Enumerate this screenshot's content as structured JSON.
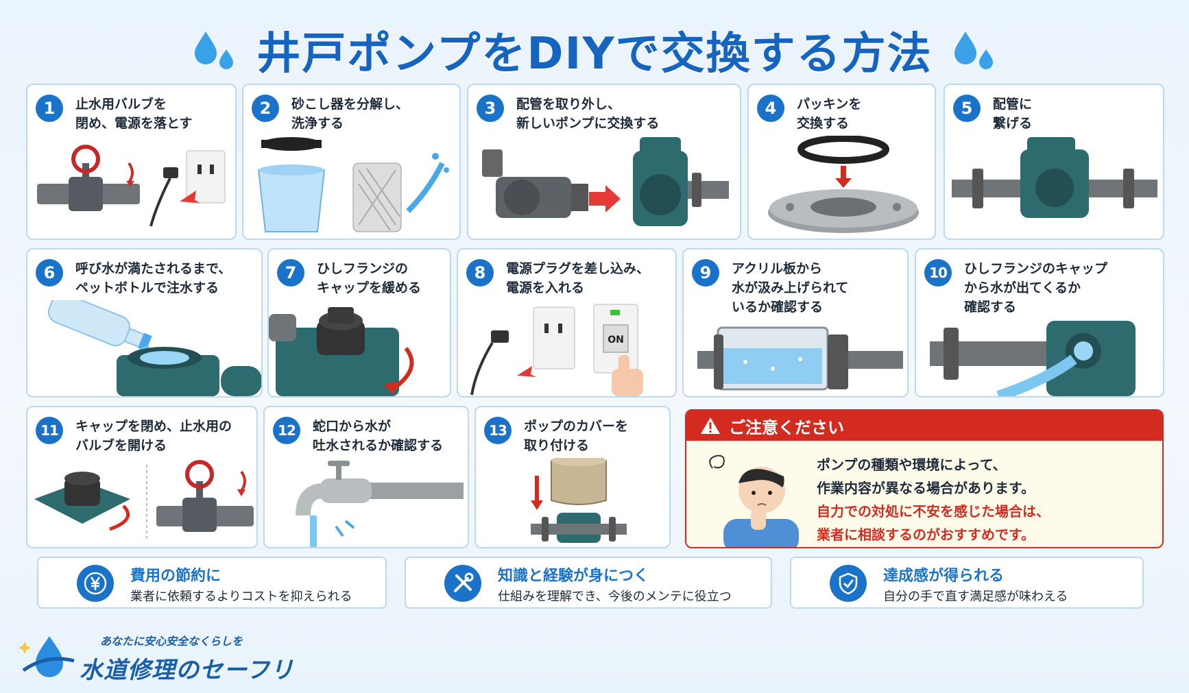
{
  "title": "井戸ポンプをDIYで交換する方法",
  "steps": [
    {
      "num": "1",
      "label": "止水用バルブを\n閉め、電源を落とす"
    },
    {
      "num": "2",
      "label": "砂こし器を分解し、\n洗浄する"
    },
    {
      "num": "3",
      "label": "配管を取り外し、\n新しいポンプに交換する"
    },
    {
      "num": "4",
      "label": "パッキンを\n交換する"
    },
    {
      "num": "5",
      "label": "配管に\n繋げる"
    },
    {
      "num": "6",
      "label": "呼び水が満たされるまで、\nペットボトルで注水する"
    },
    {
      "num": "7",
      "label": "ひしフランジの\nキャップを緩める"
    },
    {
      "num": "8",
      "label": "電源プラグを差し込み、\n電源を入れる"
    },
    {
      "num": "9",
      "label": "アクリル板から\n水が汲み上げられて\nいるか確認する"
    },
    {
      "num": "10",
      "label": "ひしフランジのキャップ\nから水が出てくるか\n確認する"
    },
    {
      "num": "11",
      "label": "キャップを閉め、止水用の\nバルブを開ける"
    },
    {
      "num": "12",
      "label": "蛇口から水が\n吐水されるか確認する"
    },
    {
      "num": "13",
      "label": "ポップのカバーを\n取り付ける"
    }
  ],
  "switch_label": "ON",
  "caution": {
    "title": "ご注意ください",
    "line1": "ポンプの種類や環境によって、",
    "line2": "作業内容が異なる場合があります。",
    "line3": "自力での対処に不安を感じた場合は、",
    "line4": "業者に相談するのがおすすめです。"
  },
  "benefits": [
    {
      "icon": "yen-icon",
      "title": "費用の節約に",
      "desc": "業者に依頼するよりコストを抑えられる"
    },
    {
      "icon": "tools-icon",
      "title": "知識と経験が身につく",
      "desc": "仕組みを理解でき、今後のメンテに役立つ"
    },
    {
      "icon": "shield-check-icon",
      "title": "達成感が得られる",
      "desc": "自分の手で直す満足感が味わえる"
    }
  ],
  "logo": {
    "tagline": "あなたに安心安全なくらしを",
    "name": "水道修理のセーフリー"
  },
  "colors": {
    "primary": "#1a73c9",
    "title": "#1565c0",
    "caution": "#d42b20",
    "pump": "#2e6b6f",
    "pipe": "#6e7478"
  }
}
